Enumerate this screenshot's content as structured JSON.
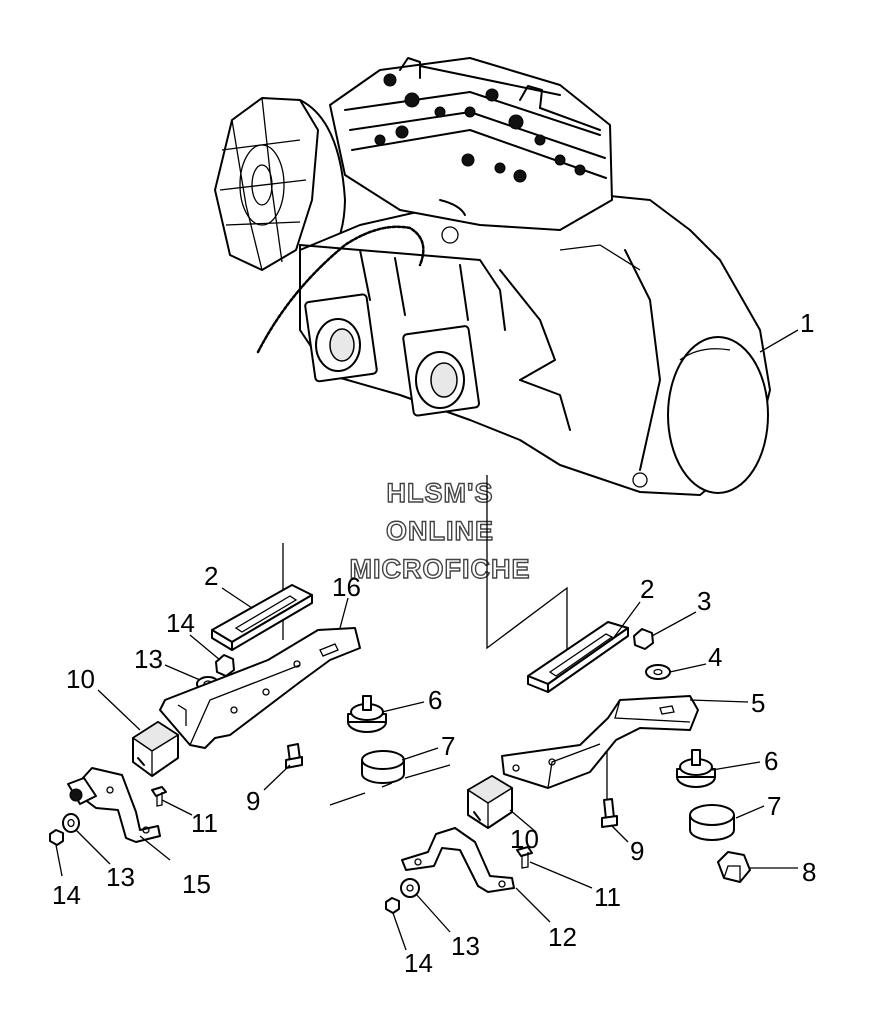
{
  "watermark": {
    "line1": "HLSM'S",
    "line2": "ONLINE",
    "line3": "MICROFICHE"
  },
  "callouts": [
    {
      "id": "c1",
      "text": "1"
    },
    {
      "id": "c2a",
      "text": "2"
    },
    {
      "id": "c2b",
      "text": "2"
    },
    {
      "id": "c3",
      "text": "3"
    },
    {
      "id": "c4",
      "text": "4"
    },
    {
      "id": "c5",
      "text": "5"
    },
    {
      "id": "c6a",
      "text": "6"
    },
    {
      "id": "c6b",
      "text": "6"
    },
    {
      "id": "c7a",
      "text": "7"
    },
    {
      "id": "c7b",
      "text": "7"
    },
    {
      "id": "c8",
      "text": "8"
    },
    {
      "id": "c9a",
      "text": "9"
    },
    {
      "id": "c9b",
      "text": "9"
    },
    {
      "id": "c10a",
      "text": "10"
    },
    {
      "id": "c10b",
      "text": "10"
    },
    {
      "id": "c11a",
      "text": "11"
    },
    {
      "id": "c11b",
      "text": "11"
    },
    {
      "id": "c12",
      "text": "12"
    },
    {
      "id": "c13a",
      "text": "13"
    },
    {
      "id": "c13b",
      "text": "13"
    },
    {
      "id": "c13c",
      "text": "13"
    },
    {
      "id": "c14a",
      "text": "14"
    },
    {
      "id": "c14b",
      "text": "14"
    },
    {
      "id": "c14c",
      "text": "14"
    },
    {
      "id": "c15",
      "text": "15"
    },
    {
      "id": "c16",
      "text": "16"
    }
  ]
}
